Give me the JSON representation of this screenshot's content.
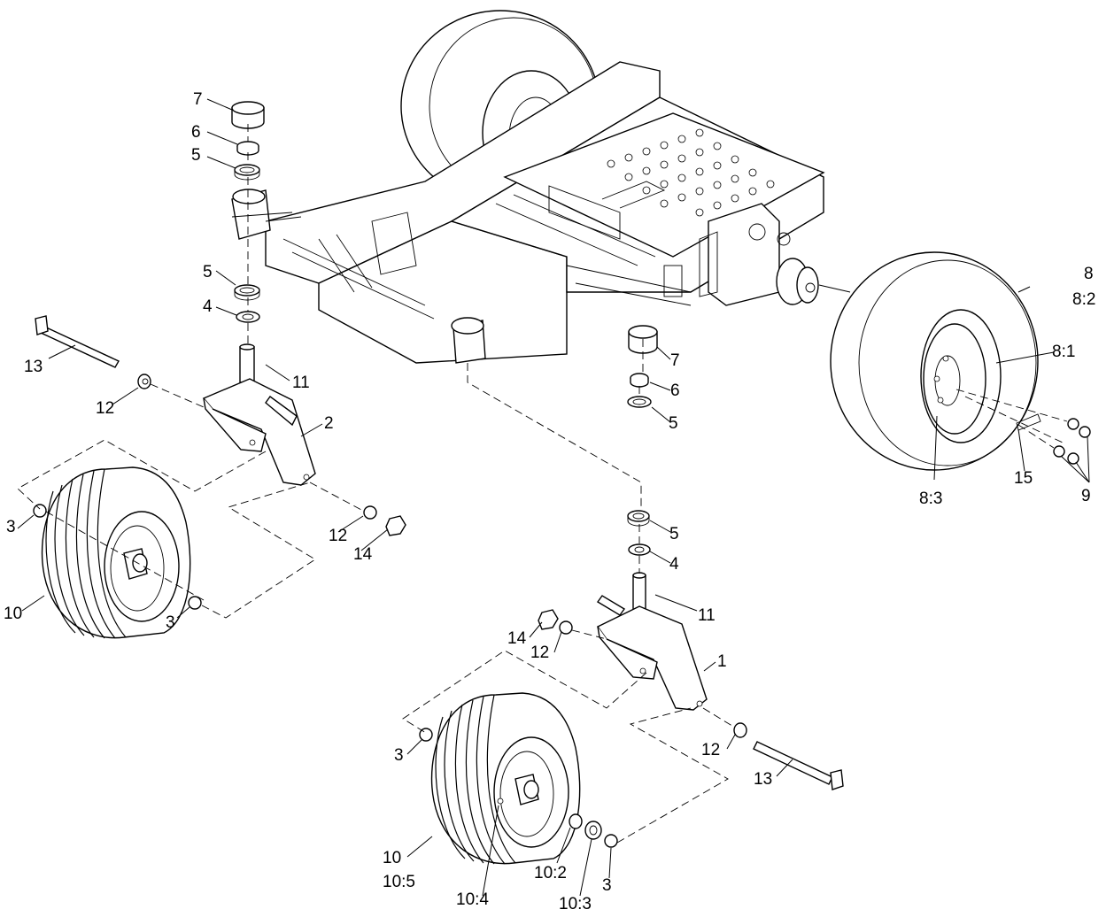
{
  "callouts": [
    {
      "text": "7"
    },
    {
      "text": "6"
    },
    {
      "text": "5"
    },
    {
      "text": "5"
    },
    {
      "text": "4"
    },
    {
      "text": "11"
    },
    {
      "text": "13"
    },
    {
      "text": "12"
    },
    {
      "text": "2"
    },
    {
      "text": "3"
    },
    {
      "text": "10"
    },
    {
      "text": "3"
    },
    {
      "text": "12"
    },
    {
      "text": "14"
    },
    {
      "text": "7"
    },
    {
      "text": "6"
    },
    {
      "text": "5"
    },
    {
      "text": "8"
    },
    {
      "text": "8:2"
    },
    {
      "text": "8:1"
    },
    {
      "text": "8:3"
    },
    {
      "text": "15"
    },
    {
      "text": "9"
    },
    {
      "text": "5"
    },
    {
      "text": "4"
    },
    {
      "text": "11"
    },
    {
      "text": "14"
    },
    {
      "text": "12"
    },
    {
      "text": "1"
    },
    {
      "text": "3"
    },
    {
      "text": "12"
    },
    {
      "text": "13"
    },
    {
      "text": "10"
    },
    {
      "text": "10:5"
    },
    {
      "text": "10:4"
    },
    {
      "text": "10:2"
    },
    {
      "text": "10:3"
    },
    {
      "text": "3"
    }
  ]
}
